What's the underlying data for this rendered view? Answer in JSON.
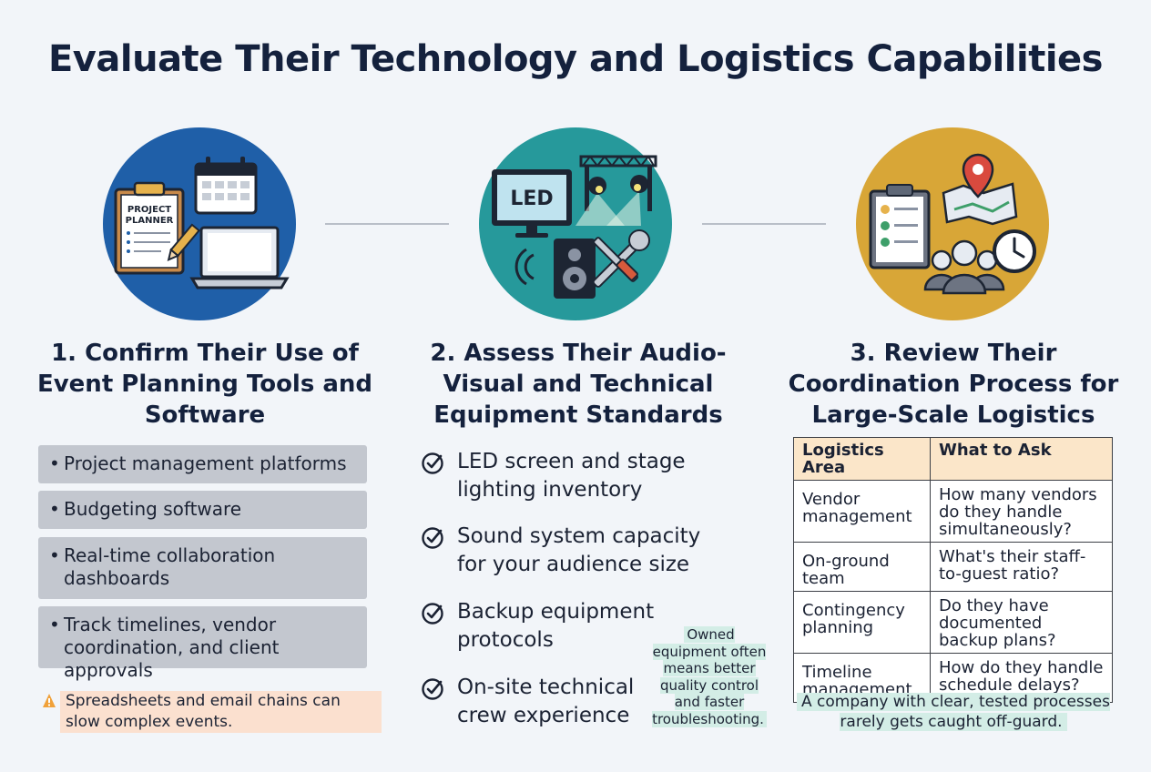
{
  "title": "Evaluate Their Technology and Logistics Capabilities",
  "section1": {
    "heading": "1. Confirm Their Use of Event Planning Tools and Software",
    "icon_text": [
      "PROJECT",
      "PLANNER"
    ],
    "items": [
      "Project management platforms",
      "Budgeting software",
      "Real-time collaboration dashboards",
      "Track timelines, vendor coordination, and client approvals"
    ],
    "warning": "Spreadsheets and email chains can slow complex events."
  },
  "section2": {
    "heading": "2. Assess Their Audio-Visual and Technical Equipment Standards",
    "icon_text": "LED",
    "items": [
      "LED screen and stage lighting inventory",
      "Sound system capacity for your audience size",
      "Backup equipment protocols",
      "On-site technical crew experience"
    ],
    "note": "Owned equipment often means better quality control and faster troubleshooting."
  },
  "section3": {
    "heading": "3. Review Their Coordination Process for Large-Scale Logistics",
    "table": {
      "headers": [
        "Logistics Area",
        "What to Ask"
      ],
      "rows": [
        [
          "Vendor management",
          "How many vendors do they handle simultaneously?"
        ],
        [
          "On-ground team",
          "What's their staff-to-guest ratio?"
        ],
        [
          "Contingency planning",
          "Do they have documented backup plans?"
        ],
        [
          "Timeline management",
          "How do they handle schedule delays?"
        ]
      ]
    },
    "footer": "A company with clear, tested processes rarely gets caught off-guard."
  },
  "colors": {
    "circle1": "#1f5fa8",
    "circle2": "#26999b",
    "circle3": "#d8a637",
    "title": "#14213d",
    "pill": "#c3c7cf",
    "warning_bg": "#fbe0cf",
    "note_bg": "#d3ede6",
    "table_header_bg": "#fbe6c9"
  },
  "icons": {
    "section1": [
      "clipboard-icon",
      "calendar-icon",
      "laptop-icon",
      "pencil-icon"
    ],
    "section2": [
      "monitor-icon",
      "stage-lights-icon",
      "speaker-icon",
      "tools-icon"
    ],
    "section3": [
      "checklist-icon",
      "map-pin-icon",
      "team-icon",
      "clock-icon"
    ],
    "warning": "warning-icon",
    "check": "check-circle-icon"
  }
}
